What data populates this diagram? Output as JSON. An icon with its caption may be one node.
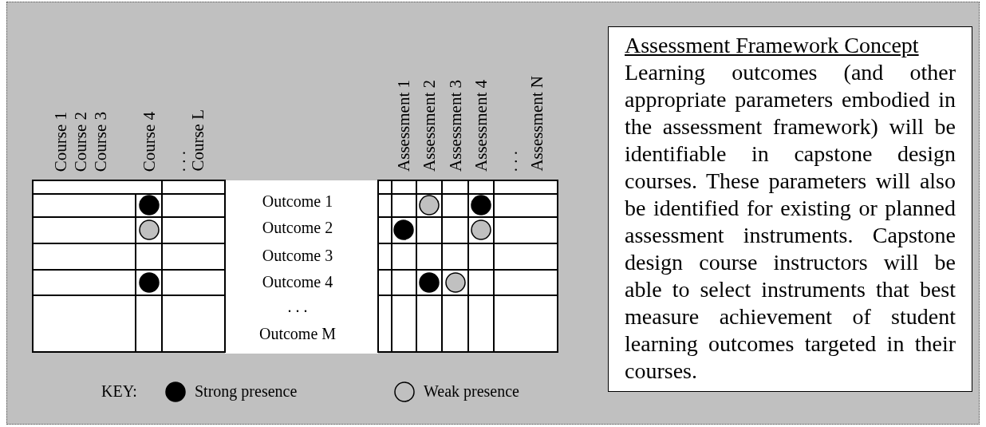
{
  "diagram": {
    "nodes": [
      {
        "text": [
          "Assessment Framework Concept",
          "Learning outcomes (and other appropriate parameters embodied in the assessment framework) will be identifiable in capstone design courses. These parameters will also be identified for existing or planned assessment instruments. Capstone design course instructors will be able to select instruments that best measure achievement of student learning outcomes targeted in their courses."
        ]
      }
    ],
    "edges": [],
    "labels": [
      "Course 1",
      "Course 2",
      "Course 3",
      "Course 4",
      ". . .",
      "Course L",
      "Assessment 1",
      "Assessment 2",
      "Assessment 3",
      "Assessment 4",
      ". . .",
      "Assessment N",
      "Outcome 1",
      "Outcome 2",
      "Outcome 3",
      "Outcome 4",
      ". . .",
      "Outcome M",
      "KEY:"
    ],
    "legend": [
      {
        "text": "Strong presence",
        "color": "#000000"
      },
      {
        "text": "Weak presence"
      }
    ]
  }
}
